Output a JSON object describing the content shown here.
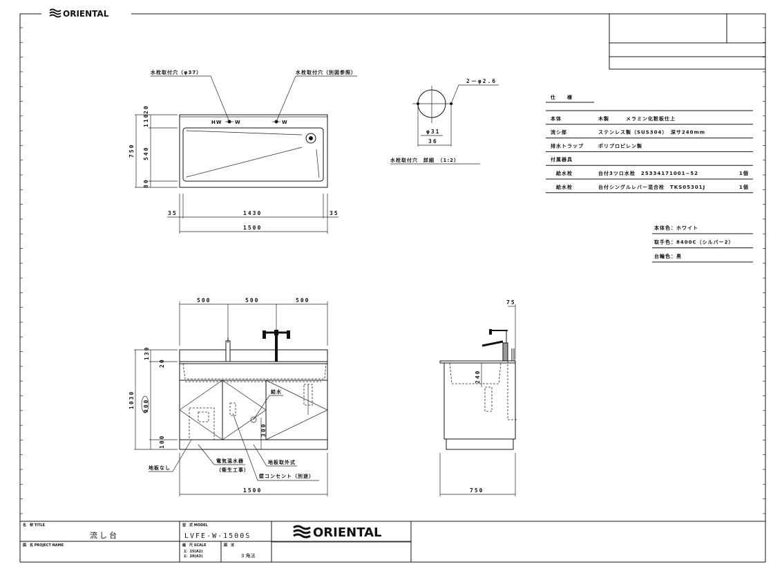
{
  "brand": {
    "logo_text": "ORIENTAL"
  },
  "plan_view": {
    "hole_label_left": "水栓取付穴（φ37）",
    "hole_label_right": "水栓取付穴（別図参照）",
    "hw_label": "HW",
    "w_label_1": "W",
    "w_label_2": "W",
    "dims": {
      "total_depth": "750",
      "d_top": "20",
      "d_back": "110",
      "d_sink": "540",
      "d_front": "80",
      "side_left": "35",
      "inner_width": "1430",
      "side_right": "35",
      "total_width": "1500"
    }
  },
  "hole_detail": {
    "holes_label": "2－φ2.6",
    "inner_dia": "φ31",
    "outer": "36",
    "caption": "水栓取付穴　詳細　（1:2）"
  },
  "spec": {
    "title": "仕　　様",
    "rows": [
      {
        "item": "本体",
        "desc": "木製　　　メラミン化粧板仕上",
        "qty": ""
      },
      {
        "item": "流シ部",
        "desc": "ステンレス製（SUS304）　深サ240mm",
        "qty": ""
      },
      {
        "item": "排水トラップ",
        "desc": "ポリプロピレン製",
        "qty": ""
      },
      {
        "item": "付属器具",
        "desc": "",
        "qty": ""
      },
      {
        "item": "給水栓",
        "desc": "台付3ツロ水栓　25334171001−52",
        "qty": "1個"
      },
      {
        "item": "給水栓",
        "desc": "台付シングルレバー混合栓　TKS05301J",
        "qty": "1個"
      }
    ],
    "colors": [
      "本体色：ホワイト",
      "取手色：8400C（シルバー2）",
      "台輪色：黒"
    ]
  },
  "front_view": {
    "dims": {
      "seg1": "500",
      "seg2": "500",
      "seg3": "500",
      "height": "1030",
      "h_top": "130",
      "h_20": "20",
      "h_900": "900",
      "h_base": "100",
      "h_300": "300",
      "width": "1500"
    },
    "labels": {
      "water_supply": "給水",
      "no_floor": "地板なし",
      "heater": "電気温水器",
      "heater_note": "（衛生工事）",
      "removable_floor": "地板取外式",
      "outlet": "壁コンセント（別途）"
    }
  },
  "side_view": {
    "dims": {
      "depth": "750",
      "offset": "75",
      "sink_depth": "240"
    }
  },
  "title_block": {
    "title_caption": "名　称 TITLE",
    "title": "流し台",
    "project_caption": "図　名 PROJECT NAME",
    "model_caption": "型　式 MODEL",
    "model": "LVFE-W-1500S",
    "scale_caption": "縮　尺 SCALE",
    "scale_a2": "1：15(A2)",
    "scale_a3": "1：20(A3)",
    "method_caption": "図　法",
    "method": "3 角法"
  }
}
